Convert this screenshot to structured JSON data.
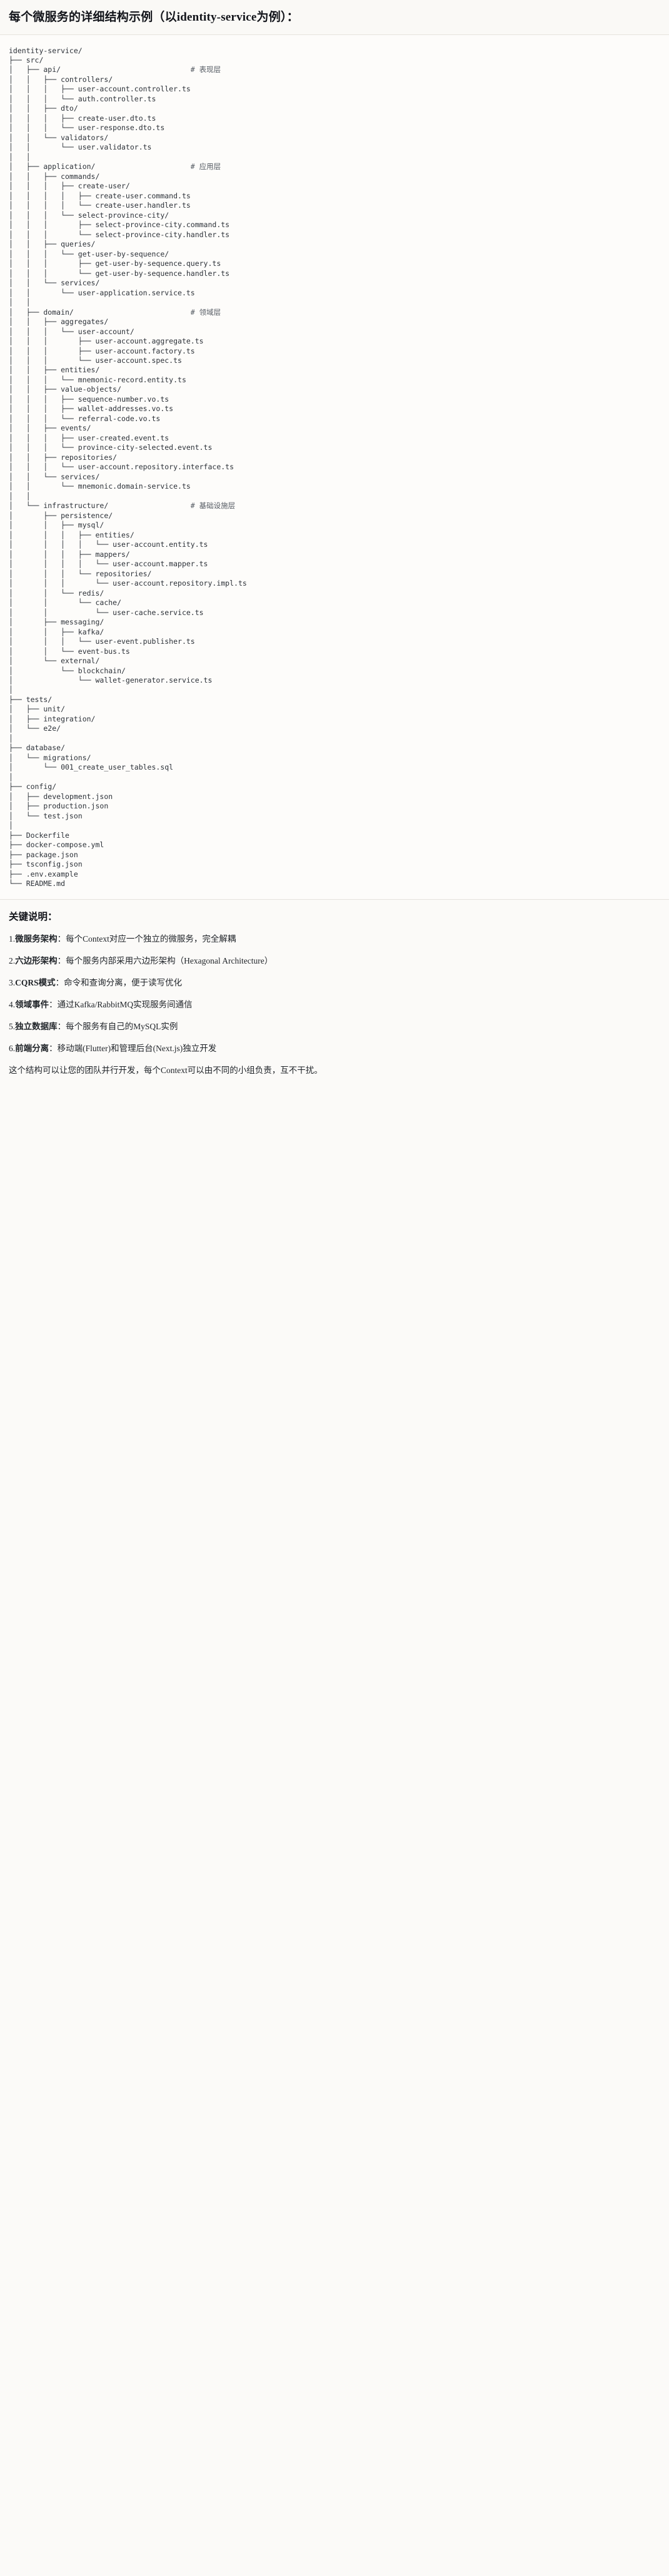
{
  "heading": "每个微服务的详细结构示例（以identity-service为例）：",
  "tree": {
    "lines": [
      {
        "text": "identity-service/",
        "comment": ""
      },
      {
        "text": "├── src/",
        "comment": ""
      },
      {
        "text": "│   ├── api/",
        "comment": "# 表现层"
      },
      {
        "text": "│   │   ├── controllers/",
        "comment": ""
      },
      {
        "text": "│   │   │   ├── user-account.controller.ts",
        "comment": ""
      },
      {
        "text": "│   │   │   └── auth.controller.ts",
        "comment": ""
      },
      {
        "text": "│   │   ├── dto/",
        "comment": ""
      },
      {
        "text": "│   │   │   ├── create-user.dto.ts",
        "comment": ""
      },
      {
        "text": "│   │   │   └── user-response.dto.ts",
        "comment": ""
      },
      {
        "text": "│   │   └── validators/",
        "comment": ""
      },
      {
        "text": "│   │       └── user.validator.ts",
        "comment": ""
      },
      {
        "text": "│   │",
        "comment": ""
      },
      {
        "text": "│   ├── application/",
        "comment": "# 应用层"
      },
      {
        "text": "│   │   ├── commands/",
        "comment": ""
      },
      {
        "text": "│   │   │   ├── create-user/",
        "comment": ""
      },
      {
        "text": "│   │   │   │   ├── create-user.command.ts",
        "comment": ""
      },
      {
        "text": "│   │   │   │   └── create-user.handler.ts",
        "comment": ""
      },
      {
        "text": "│   │   │   └── select-province-city/",
        "comment": ""
      },
      {
        "text": "│   │   │       ├── select-province-city.command.ts",
        "comment": ""
      },
      {
        "text": "│   │   │       └── select-province-city.handler.ts",
        "comment": ""
      },
      {
        "text": "│   │   ├── queries/",
        "comment": ""
      },
      {
        "text": "│   │   │   └── get-user-by-sequence/",
        "comment": ""
      },
      {
        "text": "│   │   │       ├── get-user-by-sequence.query.ts",
        "comment": ""
      },
      {
        "text": "│   │   │       └── get-user-by-sequence.handler.ts",
        "comment": ""
      },
      {
        "text": "│   │   └── services/",
        "comment": ""
      },
      {
        "text": "│   │       └── user-application.service.ts",
        "comment": ""
      },
      {
        "text": "│   │",
        "comment": ""
      },
      {
        "text": "│   ├── domain/",
        "comment": "# 领域层"
      },
      {
        "text": "│   │   ├── aggregates/",
        "comment": ""
      },
      {
        "text": "│   │   │   └── user-account/",
        "comment": ""
      },
      {
        "text": "│   │   │       ├── user-account.aggregate.ts",
        "comment": ""
      },
      {
        "text": "│   │   │       ├── user-account.factory.ts",
        "comment": ""
      },
      {
        "text": "│   │   │       └── user-account.spec.ts",
        "comment": ""
      },
      {
        "text": "│   │   ├── entities/",
        "comment": ""
      },
      {
        "text": "│   │   │   └── mnemonic-record.entity.ts",
        "comment": ""
      },
      {
        "text": "│   │   ├── value-objects/",
        "comment": ""
      },
      {
        "text": "│   │   │   ├── sequence-number.vo.ts",
        "comment": ""
      },
      {
        "text": "│   │   │   ├── wallet-addresses.vo.ts",
        "comment": ""
      },
      {
        "text": "│   │   │   └── referral-code.vo.ts",
        "comment": ""
      },
      {
        "text": "│   │   ├── events/",
        "comment": ""
      },
      {
        "text": "│   │   │   ├── user-created.event.ts",
        "comment": ""
      },
      {
        "text": "│   │   │   └── province-city-selected.event.ts",
        "comment": ""
      },
      {
        "text": "│   │   ├── repositories/",
        "comment": ""
      },
      {
        "text": "│   │   │   └── user-account.repository.interface.ts",
        "comment": ""
      },
      {
        "text": "│   │   └── services/",
        "comment": ""
      },
      {
        "text": "│   │       └── mnemonic.domain-service.ts",
        "comment": ""
      },
      {
        "text": "│   │",
        "comment": ""
      },
      {
        "text": "│   └── infrastructure/",
        "comment": "# 基础设施层"
      },
      {
        "text": "│       ├── persistence/",
        "comment": ""
      },
      {
        "text": "│       │   ├── mysql/",
        "comment": ""
      },
      {
        "text": "│       │   │   ├── entities/",
        "comment": ""
      },
      {
        "text": "│       │   │   │   └── user-account.entity.ts",
        "comment": ""
      },
      {
        "text": "│       │   │   ├── mappers/",
        "comment": ""
      },
      {
        "text": "│       │   │   │   └── user-account.mapper.ts",
        "comment": ""
      },
      {
        "text": "│       │   │   └── repositories/",
        "comment": ""
      },
      {
        "text": "│       │   │       └── user-account.repository.impl.ts",
        "comment": ""
      },
      {
        "text": "│       │   └── redis/",
        "comment": ""
      },
      {
        "text": "│       │       └── cache/",
        "comment": ""
      },
      {
        "text": "│       │           └── user-cache.service.ts",
        "comment": ""
      },
      {
        "text": "│       ├── messaging/",
        "comment": ""
      },
      {
        "text": "│       │   ├── kafka/",
        "comment": ""
      },
      {
        "text": "│       │   │   └── user-event.publisher.ts",
        "comment": ""
      },
      {
        "text": "│       │   └── event-bus.ts",
        "comment": ""
      },
      {
        "text": "│       └── external/",
        "comment": ""
      },
      {
        "text": "│           └── blockchain/",
        "comment": ""
      },
      {
        "text": "│               └── wallet-generator.service.ts",
        "comment": ""
      },
      {
        "text": "│",
        "comment": ""
      },
      {
        "text": "├── tests/",
        "comment": ""
      },
      {
        "text": "│   ├── unit/",
        "comment": ""
      },
      {
        "text": "│   ├── integration/",
        "comment": ""
      },
      {
        "text": "│   └── e2e/",
        "comment": ""
      },
      {
        "text": "│",
        "comment": ""
      },
      {
        "text": "├── database/",
        "comment": ""
      },
      {
        "text": "│   └── migrations/",
        "comment": ""
      },
      {
        "text": "│       └── 001_create_user_tables.sql",
        "comment": ""
      },
      {
        "text": "│",
        "comment": ""
      },
      {
        "text": "├── config/",
        "comment": ""
      },
      {
        "text": "│   ├── development.json",
        "comment": ""
      },
      {
        "text": "│   ├── production.json",
        "comment": ""
      },
      {
        "text": "│   └── test.json",
        "comment": ""
      },
      {
        "text": "│",
        "comment": ""
      },
      {
        "text": "├── Dockerfile",
        "comment": ""
      },
      {
        "text": "├── docker-compose.yml",
        "comment": ""
      },
      {
        "text": "├── package.json",
        "comment": ""
      },
      {
        "text": "├── tsconfig.json",
        "comment": ""
      },
      {
        "text": "├── .env.example",
        "comment": ""
      },
      {
        "text": "└── README.md",
        "comment": ""
      }
    ],
    "comment_column": 42
  },
  "notes": {
    "title": "关键说明：",
    "items": [
      {
        "num": "1.",
        "term": "微服务架构",
        "desc": "：每个Context对应一个独立的微服务，完全解耦"
      },
      {
        "num": "2.",
        "term": "六边形架构",
        "desc": "：每个服务内部采用六边形架构（Hexagonal Architecture）"
      },
      {
        "num": "3.",
        "term": "CQRS模式",
        "desc": "：命令和查询分离，便于读写优化"
      },
      {
        "num": "4.",
        "term": "领域事件",
        "desc": "：通过Kafka/RabbitMQ实现服务间通信"
      },
      {
        "num": "5.",
        "term": "独立数据库",
        "desc": "：每个服务有自己的MySQL实例"
      },
      {
        "num": "6.",
        "term": "前端分离",
        "desc": "：移动端(Flutter)和管理后台(Next.js)独立开发"
      }
    ],
    "closing": "这个结构可以让您的团队并行开发，每个Context可以由不同的小组负责，互不干扰。"
  },
  "colors": {
    "page_bg": "#fbfaf8",
    "code_bg": "#fdfcfa",
    "text": "#1f2328",
    "code_text": "#2c3138",
    "comment_text": "#555b63",
    "divider": "#e6e3dd"
  }
}
